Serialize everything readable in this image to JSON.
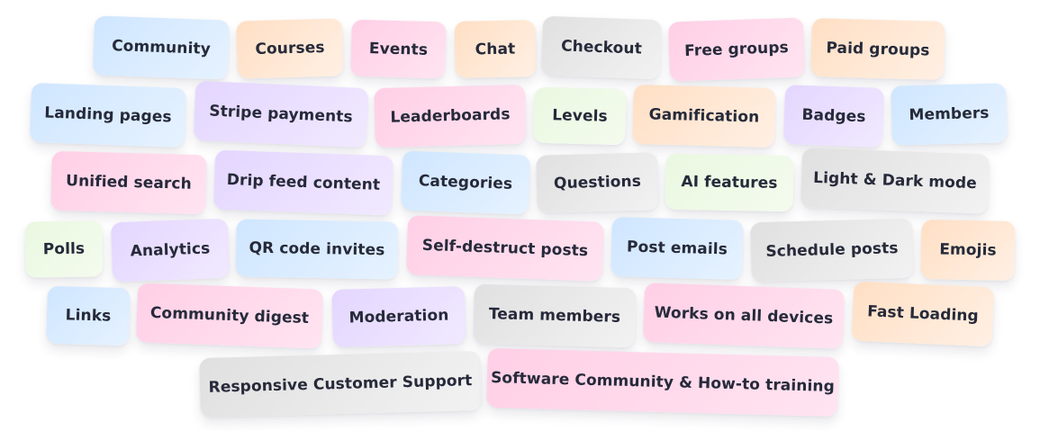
{
  "features": [
    {
      "label": "Community",
      "color": "blue"
    },
    {
      "label": "Courses",
      "color": "peach"
    },
    {
      "label": "Events",
      "color": "pink"
    },
    {
      "label": "Chat",
      "color": "peach"
    },
    {
      "label": "Checkout",
      "color": "gray"
    },
    {
      "label": "Free groups",
      "color": "pink"
    },
    {
      "label": "Paid groups",
      "color": "peach"
    },
    {
      "label": "Landing pages",
      "color": "blue"
    },
    {
      "label": "Stripe payments",
      "color": "purple"
    },
    {
      "label": "Leaderboards",
      "color": "pink"
    },
    {
      "label": "Levels",
      "color": "green"
    },
    {
      "label": "Gamification",
      "color": "peach"
    },
    {
      "label": "Badges",
      "color": "purple"
    },
    {
      "label": "Members",
      "color": "blue"
    },
    {
      "label": "Unified search",
      "color": "pink"
    },
    {
      "label": "Drip feed content",
      "color": "purple"
    },
    {
      "label": "Categories",
      "color": "blue"
    },
    {
      "label": "Questions",
      "color": "gray"
    },
    {
      "label": "AI features",
      "color": "green"
    },
    {
      "label": "Light & Dark mode",
      "color": "gray"
    },
    {
      "label": "Polls",
      "color": "green"
    },
    {
      "label": "Analytics",
      "color": "purple"
    },
    {
      "label": "QR code invites",
      "color": "blue"
    },
    {
      "label": "Self-destruct posts",
      "color": "pink"
    },
    {
      "label": "Post emails",
      "color": "blue"
    },
    {
      "label": "Schedule posts",
      "color": "gray"
    },
    {
      "label": "Emojis",
      "color": "peach"
    },
    {
      "label": "Links",
      "color": "blue"
    },
    {
      "label": "Community digest",
      "color": "pink"
    },
    {
      "label": "Moderation",
      "color": "purple"
    },
    {
      "label": "Team members",
      "color": "gray"
    },
    {
      "label": "Works on all devices",
      "color": "pink"
    },
    {
      "label": "Fast Loading",
      "color": "peach"
    },
    {
      "label": "Responsive Customer Support",
      "color": "gray"
    },
    {
      "label": "Software Community & How-to training",
      "color": "pink"
    }
  ],
  "colors": {
    "blue": "#d9ebff",
    "peach": "#ffe6d2",
    "pink": "#ffd8eb",
    "gray": "#e8e8e8",
    "purple": "#eadfff",
    "green": "#eff9e8",
    "text": "#262a3a"
  }
}
